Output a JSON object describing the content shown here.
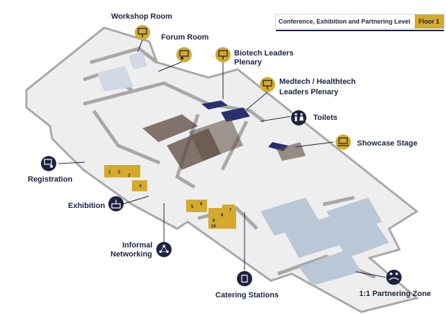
{
  "header": {
    "title": "Conference, Exhibition and Partnering Level",
    "floor": "Floor 1"
  },
  "labels": {
    "workshop": "Workshop Room",
    "forum": "Forum Room",
    "biotech_1": "Biotech Leaders",
    "biotech_2": "Plenary",
    "medtech_1": "Medtech / Healthtech",
    "medtech_2": "Leaders Plenary",
    "toilets": "Toilets",
    "showcase": "Showcase Stage",
    "registration": "Registration",
    "exhibition": "Exhibition",
    "informal_1": "Informal",
    "informal_2": "Networking",
    "catering": "Catering Stations",
    "partnering": "1:1 Partnering Zone"
  },
  "booths": [
    "1",
    "2",
    "3",
    "4",
    "5",
    "6",
    "7",
    "8",
    "9",
    "10"
  ],
  "icons": {
    "workshop": "presentation-icon",
    "forum": "speaker-icon",
    "biotech": "presentation-icon",
    "medtech": "presentation-icon",
    "toilets": "toilets-icon",
    "showcase": "stage-icon",
    "registration": "registration-icon",
    "exhibition": "exhibition-icon",
    "informal": "networking-icon",
    "catering": "coffee-cup-icon",
    "partnering": "handshake-icon"
  },
  "colors": {
    "navy": "#1c2340",
    "gold": "#d4aa2c",
    "wall": "#a9a9a9",
    "floor": "#f1f1f1"
  }
}
